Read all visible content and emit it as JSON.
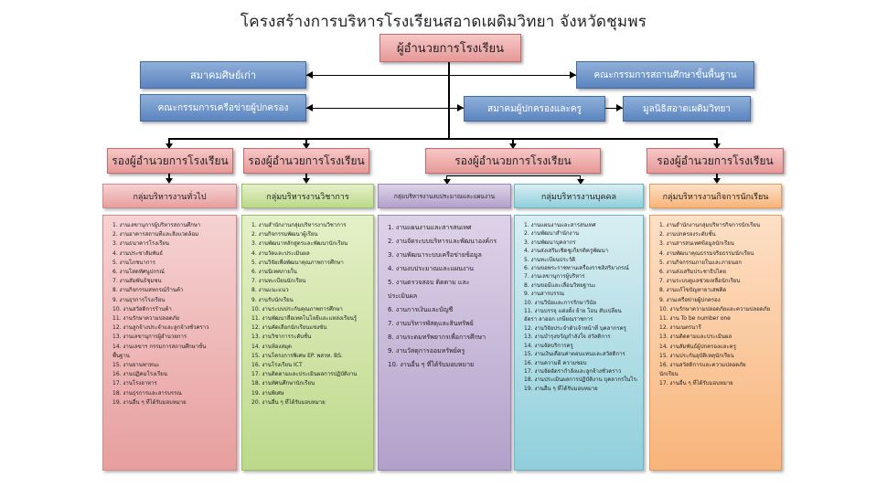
{
  "title": "โครงสร้างการบริหารโรงเรียนสอาดเผดิมวิทยา  จังหวัดชุมพร",
  "director": "ผู้อำนวยการโรงเรียน",
  "side_boxes": {
    "alumni": "สมาคมศิษย์เก่า",
    "parent_network": "คณะกรรมการเครือข่ายผู้ปกครอง",
    "basic_board": "คณะกรรมการสถานศึกษาขั้นพื้นฐาน",
    "parent_teacher": "สมาคมผู้ปกครองและครู",
    "foundation": "มูลนิธิสอาดเผดิมวิทยา"
  },
  "deputies": [
    "รองผู้อำนวยการโรงเรียน",
    "รองผู้อำนวยการโรงเรียน",
    "รองผู้อำนวยการโรงเรียน",
    "รองผู้อำนวยการโรงเรียน"
  ],
  "groups": [
    "กลุ่มบริหารงานทั่วไป",
    "กลุ่มบริหารงานวิชาการ",
    "กลุ่มบริหารงานงบประมาณและแผนงาน",
    "กลุ่มบริหารงานบุคคล",
    "กลุ่มบริหารงานกิจการนักเรียน"
  ],
  "lists": {
    "general": [
      "1. งานเลขานุการผู้บริหารสถานศึกษา",
      "2. งานอาคารสถานที่และสิ่งแวดล้อม",
      "3. งานธนาคารโรงเรียน",
      "4. งานประชาสัมพันธ์",
      "5. งานโภชนาการ",
      "6. งานโสตทัศนูปกรณ์",
      "7. งานสัมพันธ์ชุมชน",
      "8. งานกิจกรรมสหกรณ์ร้านค้า",
      "9. งานธุรการโรงเรียน",
      "10. งานสวัสดิการร้านค้า",
      "11. งานรักษาความปลอดภัย",
      "12. งานลูกจ้างประจำและลูกจ้างชั่วคราว",
      "13. งานเลขานุการผู้อำนวยการ",
      "14. งานเลขาฯ กรรมการสถานศึกษาขั้น",
      "พื้นฐาน",
      "15. งานยานพาหนะ",
      "16. งานปฏิคมโรงเรียน",
      "17. งานโรงอาหาร",
      "18. งานธุรการและสารบรรณ",
      "19. งานอื่น ๆ ที่ได้รับมอบหมาย"
    ],
    "academic": [
      "1. งานสำนักงานกลุ่มบริหารงานวิชาการ",
      "2. งานกิจกรรมพัฒนาผู้เรียน",
      "3. งานพัฒนาหลักสูตรและพัฒนานักเรียน",
      "4. งานวัดและประเมินผล",
      "5. งานวิจัยเพื่อพัฒนาคุณภาพการศึกษา",
      "6. งานนิเทศภายใน",
      "7. งานทะเบียนนักเรียน",
      "8. งานแนะแนว",
      "9. งานรับนักเรียน",
      "10. งานระบบประกันคุณภาพการศึกษา",
      "11. งานพัฒนาสื่อเทคโนโลยีและแหล่งเรียนรู้",
      "12. งานคัดเลือกนักเรียนแข่งขัน",
      "13. งานวิชาการระดับชั้น",
      "14. งานห้องสมุด",
      "15. งานโครงการพิเศษ EP. พสวท. BS.",
      "16. งานโรงเรียน ICT",
      "17. งานติดตามและประเมินผลการปฏิบัติงาน",
      "18. งานทัศนศึกษานักเรียน",
      "19. งานพิเศษ",
      "20. งานอื่น ๆ ที่ได้รับมอบหมาย"
    ],
    "budget": [
      "1. งานแผนงานและสารสนเทศ",
      "2. งานจัดระบบบริหารและพัฒนาองค์กร",
      "3. งานพัฒนาระบบเครือข่ายข้อมูล",
      "4. งานงบประมาณและแผนงาน",
      "5. งานตรวจสอบ ติดตาม และ",
      "ประเมินผล",
      "6. งานการเงินและบัญชี",
      "7. งานบริหารพัสดุและสินทรัพย์",
      "8. งานระดมทรัพยากรเพื่อการศึกษา",
      "9. งานวัสดุการออมทรัพย์ครู",
      "10. งานอื่น ๆ ที่ได้รับมอบหมาย"
    ],
    "personnel": [
      "1. งานแผนงานและสารสนเทศ",
      "2. งานพัฒนาสำนักงาน",
      "3. งานพัฒนาบุคลากร",
      "4. งานส่งเสริมเชิดชูเกียรติครูพัฒนา",
      "5. งานทะเบียนประวัติ",
      "6. งานขอพระราชทานเครื่องราชอิสริยาภรณ์",
      "7. งานเลขานุการผู้บริหาร",
      "8. งานขอมีและเลื่อนวิทยฐานะ",
      "9. งานสารบรรณ",
      "10. งานวินัยและการรักษาวินัย",
      "11. งานบรรจุ แต่งตั้ง ย้าย โอน สับเปลี่ยน",
      "อัตรา ลาออก เกษียณราชการ",
      "12. งานวิจัยประจำตัวเจ้าหน้าที่ บุคลากรครู",
      "13. งานบำรุงขวัญกำลังใจ สวัสดิการ",
      "14. งานจัดบริการครู",
      "15. งานเงินเดือนค่าตอบแทนและสวัสดิการ",
      "16. งานความดี ความชอบ",
      "17. งานจัดอัตรากำลังและลูกจ้างชั่วคราว",
      "18. งานประเมินผลการปฏิบัติงาน บุคลากรในโรงเรียน",
      "19. งานอื่น ๆ ที่ได้รับมอบหมาย"
    ],
    "student": [
      "1. งานสำนักงานกลุ่มบริหารกิจการนักเรียน",
      "2. งานปกครองระดับชั้น",
      "3. งานสารสนเทศข้อมูลนักเรียน",
      "4. งานพัฒนาคุณธรรมจริยธรรมนักเรียน",
      "5. งานกิจกรรมภายในและภายนอก",
      "6. งานส่งเสริมประชาธิปไตย",
      "7. งานระบบดูแลช่วยเหลือนักเรียน",
      "8. งานแก้ไขปัญหายาเสพติด",
      "9. งานเครือข่ายผู้ปกครอง",
      "10. งานรักษาความปลอดภัยและความปลอดภัย",
      "11. งาน To be number one",
      "12. งานเนตรนารี",
      "13. งานติดตามและประเมินผล",
      "14. งานสัมพันธ์ผู้ปกครองและครู",
      "15. งานประกันอุบัติเหตุนักเรียน",
      "16. งานสวัสดิการและความปลอดภัย",
      "นักเรียน",
      "17. งานอื่น ๆ ที่ได้รับมอบหมาย"
    ]
  }
}
